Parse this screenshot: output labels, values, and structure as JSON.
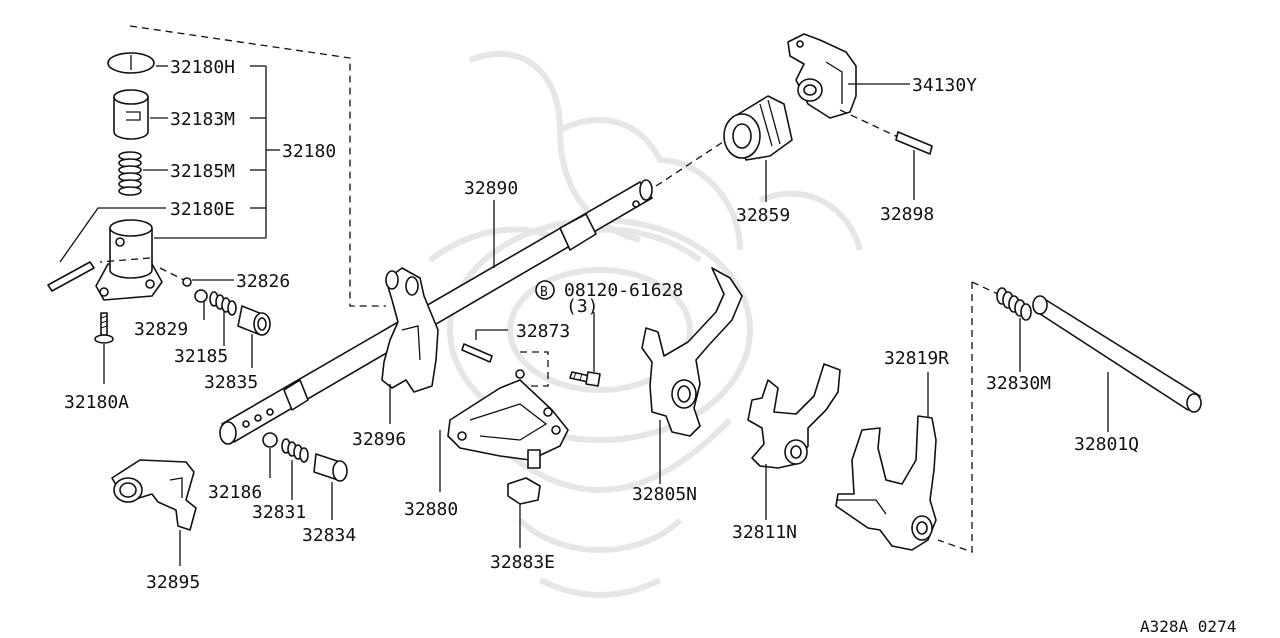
{
  "labels": {
    "p32180H": "32180H",
    "p32183M": "32183M",
    "p32185M": "32185M",
    "p32180E": "32180E",
    "p32180": "32180",
    "p32826": "32826",
    "p32829": "32829",
    "p32185": "32185",
    "p32835": "32835",
    "p32180A": "32180A",
    "p32890": "32890",
    "p32873": "32873",
    "p32896": "32896",
    "p32186": "32186",
    "p32831": "32831",
    "p32834": "32834",
    "p32895": "32895",
    "p32880": "32880",
    "p32883E": "32883E",
    "p08120": "08120-61628",
    "p08120_qty": "(3)",
    "bolt_symbol": "B",
    "p32859": "32859",
    "p34130Y": "34130Y",
    "p32898": "32898",
    "p32805N": "32805N",
    "p32811N": "32811N",
    "p32819R": "32819R",
    "p32830M": "32830M",
    "p32801Q": "32801Q"
  },
  "figure_code": "A328A 0274",
  "icons": {
    "watermark": "samurai-helmet-logo",
    "bolt_marker": "circled-b-icon"
  }
}
